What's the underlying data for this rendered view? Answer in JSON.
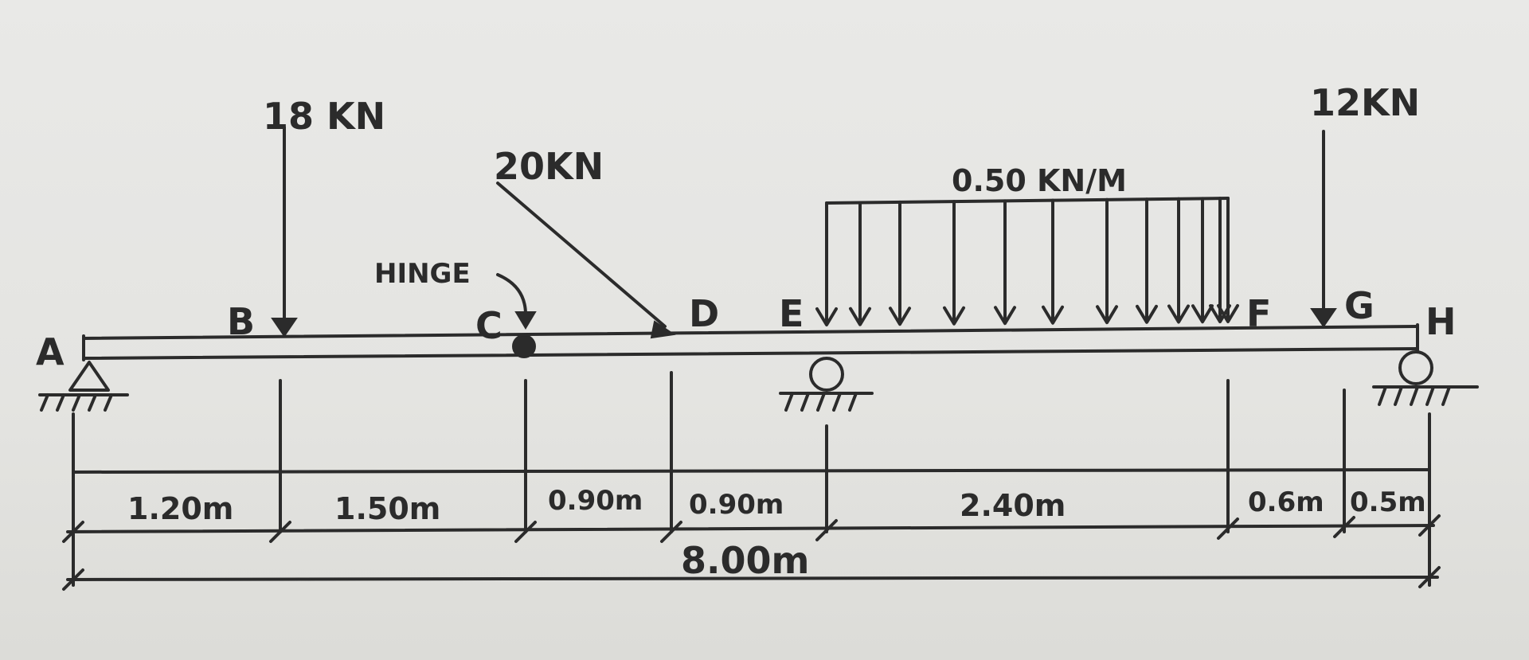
{
  "points": {
    "A": "A",
    "B": "B",
    "C": "C",
    "D": "D",
    "E": "E",
    "F": "F",
    "G": "G",
    "H": "H"
  },
  "loads": {
    "point_load_B": "18 KN",
    "point_load_D_inclined": "20KN",
    "distributed_load_EF": "0.50 KN/M",
    "point_load_G": "12KN"
  },
  "hinge_label": "HINGE",
  "dimensions": {
    "AB": "1.20m",
    "BC": "1.50m",
    "CD": "0.90m",
    "DE": "0.90m",
    "EF": "2.40m",
    "FG": "0.6m",
    "GH": "0.5m",
    "total": "8.00m"
  },
  "ink_color": "#2b2b2b",
  "paper_color": "#e6e6e3"
}
